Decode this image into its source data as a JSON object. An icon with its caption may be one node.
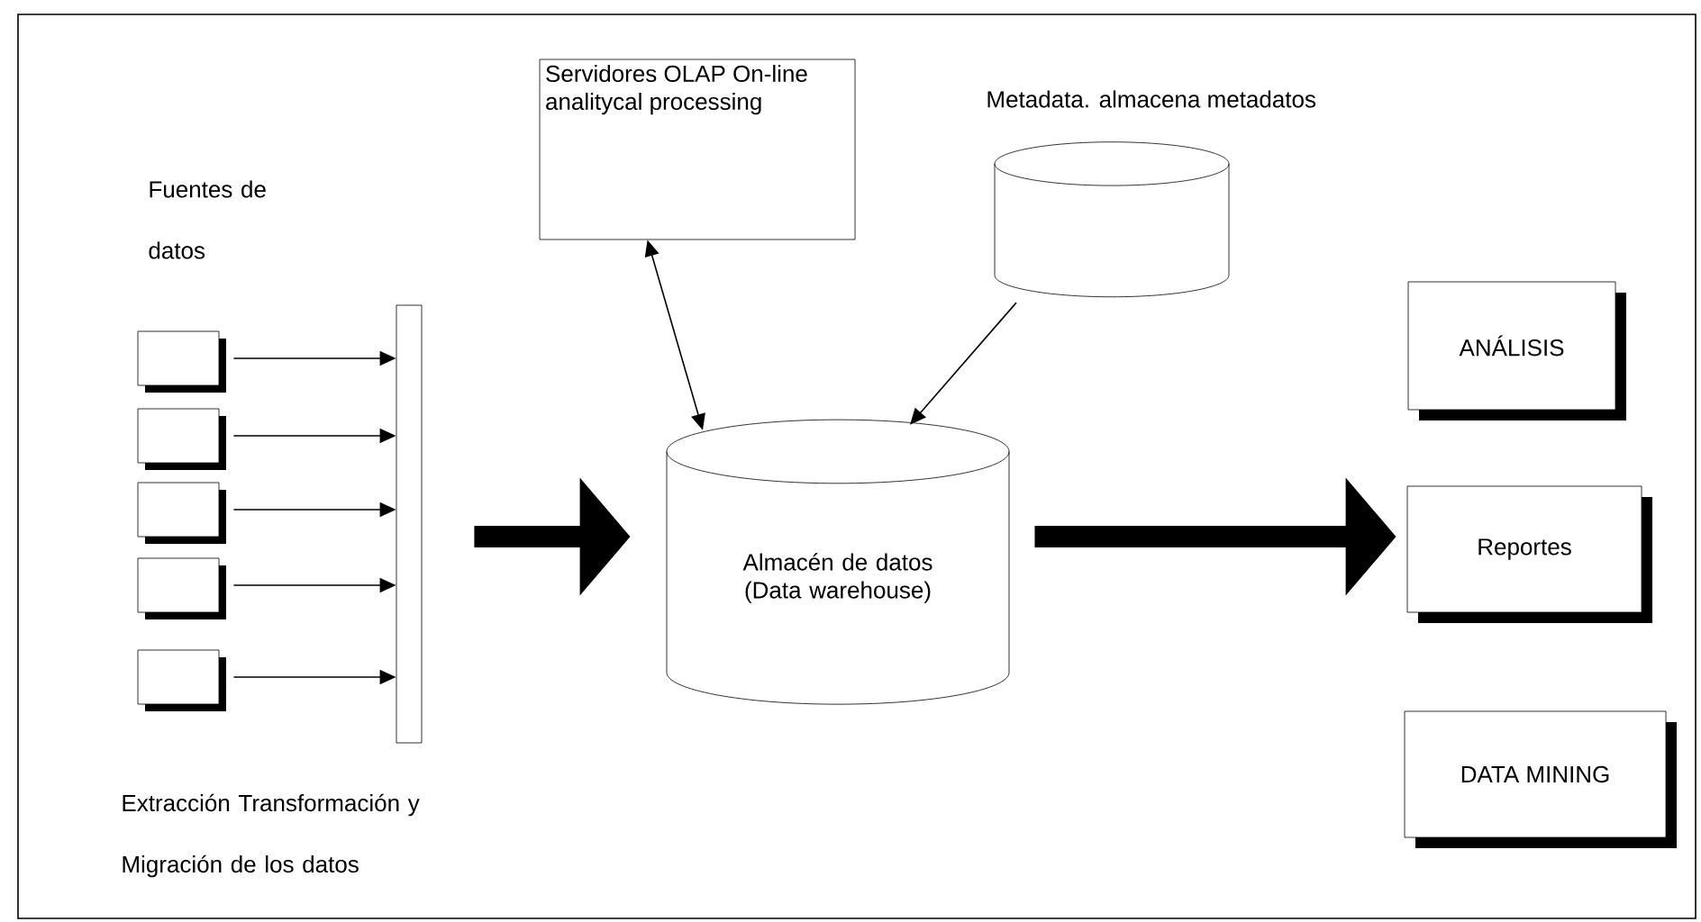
{
  "diagram": {
    "nodes": [
      {
        "text": [],
        "shape": "box"
      },
      {
        "text": [],
        "shape": "box"
      },
      {
        "text": [],
        "shape": "box"
      },
      {
        "text": [],
        "shape": "box"
      },
      {
        "text": [],
        "shape": "box"
      },
      {
        "text": [],
        "shape": "bar"
      },
      {
        "text": [
          "Servidores OLAP On-line analitycal processing"
        ]
      },
      {
        "text": [],
        "shape": "cylinder",
        "beside": [
          "Metadata. almacena metadatos"
        ]
      },
      {
        "text": [
          "Almacén de datos (Data warehouse)"
        ]
      },
      {
        "text": [
          "ANÁLISIS"
        ]
      },
      {
        "text": [
          "Reportes"
        ]
      },
      {
        "text": [
          "DATA MINING"
        ]
      }
    ],
    "edges": [
      {
        "from": 0,
        "to": 5,
        "arrow": "to"
      },
      {
        "from": 1,
        "to": 5,
        "arrow": "to"
      },
      {
        "from": 2,
        "to": 5,
        "arrow": "to"
      },
      {
        "from": 3,
        "to": 5,
        "arrow": "to"
      },
      {
        "from": 4,
        "to": 5,
        "arrow": "to"
      },
      {
        "from": 6,
        "to": 8,
        "arrow": "both"
      },
      {
        "from": 7,
        "to": 8,
        "arrow": "to"
      },
      {
        "from": 5,
        "to": 8,
        "arrow": "to",
        "style": "thick"
      },
      {
        "from": 8,
        "to": 10,
        "arrow": "to",
        "style": "thick"
      }
    ],
    "labels": [
      "Fuentes de datos",
      "Extracción Transformación y Migración de los datos"
    ]
  }
}
